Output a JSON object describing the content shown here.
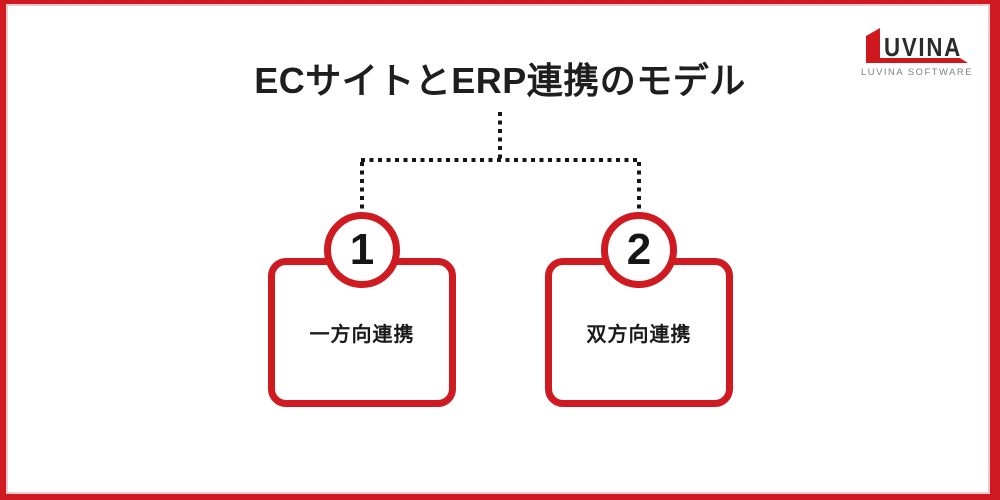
{
  "page": {
    "title": "ECサイトとERP連携のモデル"
  },
  "logo": {
    "wordmark": "UVINA",
    "tagline": "LUVINA SOFTWARE"
  },
  "diagram": {
    "nodes": [
      {
        "number": "1",
        "label": "一方向連携"
      },
      {
        "number": "2",
        "label": "双方向連携"
      }
    ]
  },
  "colors": {
    "accent_red": "#ce1a20",
    "frame_inner_pink": "#f2c9cc",
    "logo_red": "#ce181e",
    "logo_dark": "#2b2b2b",
    "tagline_gray": "#7f7f7f",
    "text_black": "#1e1e1e",
    "connector_black": "#161616"
  }
}
